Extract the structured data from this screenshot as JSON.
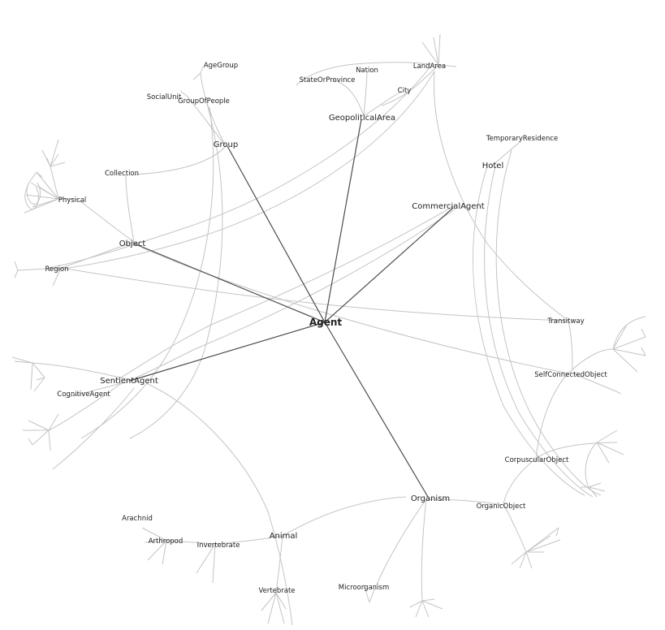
{
  "graph": {
    "center_label": "Agent",
    "nodes": {
      "group": "Group",
      "geopolitical_area": "GeopoliticalArea",
      "commercial_agent": "CommercialAgent",
      "object": "Object",
      "sentient_agent": "SentientAgent",
      "organism": "Organism",
      "age_group": "AgeGroup",
      "social_unit": "SocialUnit",
      "group_of_people": "GroupOfPeople",
      "nation": "Nation",
      "state_or_province": "StateOrProvince",
      "land_area": "LandArea",
      "city": "City",
      "temporary_residence": "TemporaryResidence",
      "hotel": "Hotel",
      "collection": "Collection",
      "physical": "Physical",
      "region": "Region",
      "transitway": "Transitway",
      "self_connected_object": "SelfConnectedObject",
      "cognitive_agent": "CognitiveAgent",
      "corpuscular_object": "CorpuscularObject",
      "organic_object": "OrganicObject",
      "arachnid": "Arachnid",
      "arthropod": "Arthropod",
      "invertebrate": "Invertebrate",
      "animal": "Animal",
      "vertebrate": "Vertebrate",
      "microorganism": "Microorganism"
    }
  }
}
